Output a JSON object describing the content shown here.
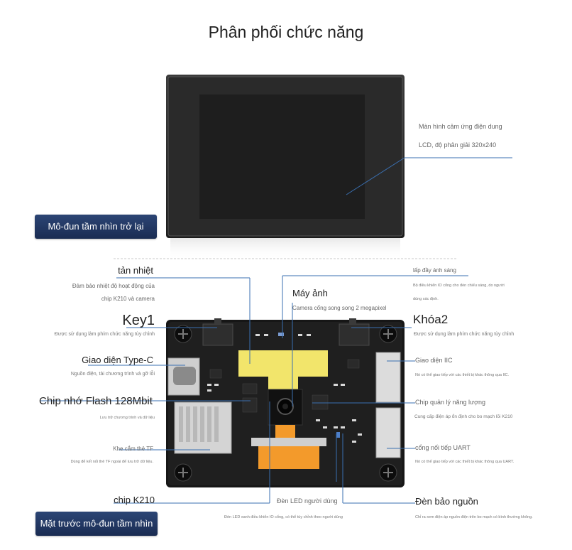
{
  "title": "Phân phối chức năng",
  "badges": {
    "back": "Mô-đun tầm nhìn trở lại",
    "front": "Mặt trước mô-đun tầm nhìn"
  },
  "screen": {
    "line1": "Màn hình cảm ứng điện dung",
    "line2": "LCD, độ phân giải 320x240"
  },
  "labels": {
    "heatsink": "tản nhiệt",
    "heatsink_desc1": "Đảm bảo nhiệt độ hoạt động của",
    "heatsink_desc2": "chip K210 và camera",
    "key1": "Key1",
    "key1_desc": "Được sử dụng làm phím chức năng tùy chỉnh",
    "typec": "Giao diện Type-C",
    "typec_desc": "Nguồn điện, tải chương trình và gỡ lỗi",
    "flash": "Chip nhớ Flash 128Mbit",
    "flash_desc": "Lưu trữ chương trình và dữ liệu",
    "tf": "Khe cắm thẻ TF",
    "tf_desc": "Dùng để kết nối thẻ TF ngoài để lưu trữ dữ liệu.",
    "k210": "chip K210",
    "fill_light": "lấp đầy ánh sáng",
    "fill_light_desc1": "Bộ điều khiển IO cổng cho đèn chiếu sáng, do người",
    "fill_light_desc2": "dùng xác định.",
    "camera": "Máy ảnh",
    "camera_desc": "Camera cổng song song 2 megapixel",
    "key2": "Khóa2",
    "key2_desc": "Được sử dụng làm phím chức năng tùy chỉnh",
    "iic": "Giao diện IIC",
    "iic_desc": "Nó có thể giao tiếp với các thiết bị khác thông qua IIC.",
    "power_chip": "Chip quản lý năng lượng",
    "power_chip_desc": "Cung cấp điện áp ổn định cho bo mạch lõi K210",
    "uart": "cổng nối tiếp UART",
    "uart_desc": "Nó có thể giao tiếp với các thiết bị khác thông qua UART.",
    "user_led": "Đèn LED người dùng",
    "user_led_desc": "Đèn LED xanh điều khiển IO cổng, có thể tùy chỉnh theo người dùng",
    "power_led": "Đèn bảo nguồn",
    "power_led_desc": "Chỉ ra xem điện áp nguồn điện trên bo mạch có bình thường không."
  },
  "colors": {
    "badge": "#22375f",
    "line": "#3a6fb0",
    "board": "#1a1a1a",
    "heatsink": "#f2e56b",
    "connector": "#f39a2b"
  }
}
